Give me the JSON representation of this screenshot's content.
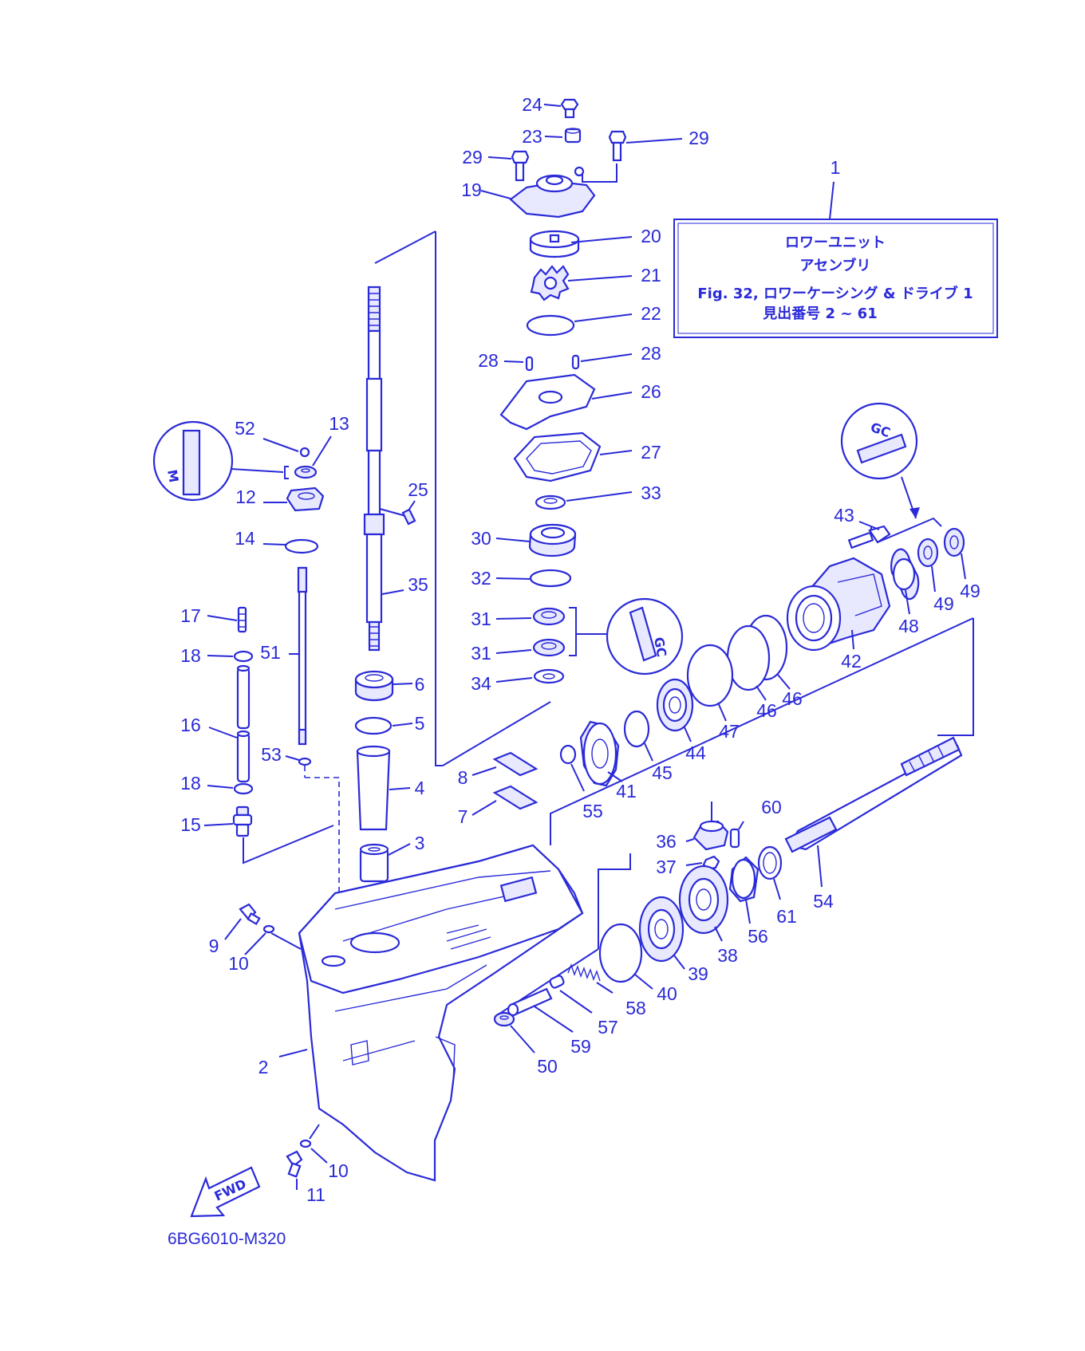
{
  "colors": {
    "ink": "#2a2ad8",
    "background": "#ffffff"
  },
  "info_box": {
    "line1": "ロワーユニット",
    "line2": "アセンブリ",
    "line3": "Fig. 32, ロワーケーシング & ドライブ 1",
    "line4": "見出番号 2 ~ 61"
  },
  "diagram_code": "6BG6010-M320",
  "fwd_label": "FWD",
  "symbol_labels": [
    "M",
    "GC",
    "GC"
  ],
  "callouts": [
    {
      "id": "c1",
      "text": "1"
    },
    {
      "id": "c24",
      "text": "24"
    },
    {
      "id": "c23",
      "text": "23"
    },
    {
      "id": "c29a",
      "text": "29"
    },
    {
      "id": "c29b",
      "text": "29"
    },
    {
      "id": "c19",
      "text": "19"
    },
    {
      "id": "c20",
      "text": "20"
    },
    {
      "id": "c21",
      "text": "21"
    },
    {
      "id": "c22",
      "text": "22"
    },
    {
      "id": "c28a",
      "text": "28"
    },
    {
      "id": "c28b",
      "text": "28"
    },
    {
      "id": "c26",
      "text": "26"
    },
    {
      "id": "c27",
      "text": "27"
    },
    {
      "id": "c33",
      "text": "33"
    },
    {
      "id": "c30",
      "text": "30"
    },
    {
      "id": "c32",
      "text": "32"
    },
    {
      "id": "c31a",
      "text": "31"
    },
    {
      "id": "c31b",
      "text": "31"
    },
    {
      "id": "c34",
      "text": "34"
    },
    {
      "id": "c52",
      "text": "52"
    },
    {
      "id": "c13",
      "text": "13"
    },
    {
      "id": "c12",
      "text": "12"
    },
    {
      "id": "c25",
      "text": "25"
    },
    {
      "id": "c14",
      "text": "14"
    },
    {
      "id": "c35",
      "text": "35"
    },
    {
      "id": "c17",
      "text": "17"
    },
    {
      "id": "c18a",
      "text": "18"
    },
    {
      "id": "c51",
      "text": "51"
    },
    {
      "id": "c6",
      "text": "6"
    },
    {
      "id": "c5",
      "text": "5"
    },
    {
      "id": "c16",
      "text": "16"
    },
    {
      "id": "c53",
      "text": "53"
    },
    {
      "id": "c18b",
      "text": "18"
    },
    {
      "id": "c4",
      "text": "4"
    },
    {
      "id": "c15",
      "text": "15"
    },
    {
      "id": "c3",
      "text": "3"
    },
    {
      "id": "c8",
      "text": "8"
    },
    {
      "id": "c7",
      "text": "7"
    },
    {
      "id": "c43",
      "text": "43"
    },
    {
      "id": "c49a",
      "text": "49"
    },
    {
      "id": "c49b",
      "text": "49"
    },
    {
      "id": "c48",
      "text": "48"
    },
    {
      "id": "c42",
      "text": "42"
    },
    {
      "id": "c46a",
      "text": "46"
    },
    {
      "id": "c46b",
      "text": "46"
    },
    {
      "id": "c47",
      "text": "47"
    },
    {
      "id": "c44",
      "text": "44"
    },
    {
      "id": "c45",
      "text": "45"
    },
    {
      "id": "c41",
      "text": "41"
    },
    {
      "id": "c55",
      "text": "55"
    },
    {
      "id": "c60",
      "text": "60"
    },
    {
      "id": "c36",
      "text": "36"
    },
    {
      "id": "c37",
      "text": "37"
    },
    {
      "id": "c54",
      "text": "54"
    },
    {
      "id": "c61",
      "text": "61"
    },
    {
      "id": "c56",
      "text": "56"
    },
    {
      "id": "c38",
      "text": "38"
    },
    {
      "id": "c39",
      "text": "39"
    },
    {
      "id": "c40",
      "text": "40"
    },
    {
      "id": "c58",
      "text": "58"
    },
    {
      "id": "c57",
      "text": "57"
    },
    {
      "id": "c59",
      "text": "59"
    },
    {
      "id": "c50",
      "text": "50"
    },
    {
      "id": "c9",
      "text": "9"
    },
    {
      "id": "c10a",
      "text": "10"
    },
    {
      "id": "c2",
      "text": "2"
    },
    {
      "id": "c10b",
      "text": "10"
    },
    {
      "id": "c11",
      "text": "11"
    }
  ]
}
